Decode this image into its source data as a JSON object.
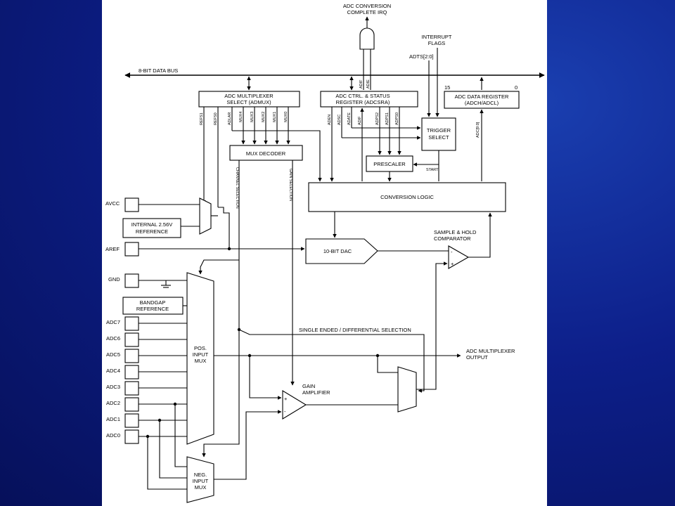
{
  "diagram": {
    "irq": [
      "ADC CONVERSION",
      "COMPLETE IRQ"
    ],
    "interrupt_flags": [
      "INTERRUPT",
      "FLAGS"
    ],
    "adts": "ADTS[2:0]",
    "data_bus": "8-BIT DATA BUS",
    "admux": [
      "ADC MULTIPLEXER",
      "SELECT (ADMUX)"
    ],
    "adcsra": [
      "ADC CTRL. & STATUS",
      "REGISTER (ADCSRA)"
    ],
    "bit15": "15",
    "bit0": "0",
    "adc_data": [
      "ADC DATA REGISTER",
      "(ADCH/ADCL)"
    ],
    "admux_bits": [
      "REFS1",
      "REFS0",
      "ADLAR",
      "MUX4",
      "MUX3",
      "MUX2",
      "MUX1",
      "MUX0"
    ],
    "adcsra_bits": [
      "ADEN",
      "ADSC",
      "ADATE",
      "ADIF",
      "ADPS2",
      "ADPS1",
      "ADPS0"
    ],
    "and_inputs": [
      "ADIF",
      "ADIE"
    ],
    "adc_bus": "ADC[9:0]",
    "trigger": [
      "TRIGGER",
      "SELECT"
    ],
    "mux_decoder": "MUX DECODER",
    "prescaler": "PRESCALER",
    "start": "START",
    "conversion_logic": "CONVERSION LOGIC",
    "channel_selection": "CHANNEL SELECTION",
    "gain_selection": "GAIN SELECTION",
    "avcc": "AVCC",
    "internal_ref": [
      "INTERNAL 2.56V",
      "REFERENCE"
    ],
    "aref": "AREF",
    "dac": "10-BIT DAC",
    "sample_hold": [
      "SAMPLE & HOLD",
      "COMPARATOR"
    ],
    "gnd": "GND",
    "bandgap": [
      "BANDGAP",
      "REFERENCE"
    ],
    "channels": [
      "ADC7",
      "ADC6",
      "ADC5",
      "ADC4",
      "ADC3",
      "ADC2",
      "ADC1",
      "ADC0"
    ],
    "single_ended": "SINGLE ENDED / DIFFERENTIAL SELECTION",
    "pos_mux": [
      "POS.",
      "INPUT",
      "MUX"
    ],
    "neg_mux": [
      "NEG.",
      "INPUT",
      "MUX"
    ],
    "gain_amp": [
      "GAIN",
      "AMPLIFIER"
    ],
    "mux_output": [
      "ADC MULTIPLEXER",
      "OUTPUT"
    ],
    "minus": "-",
    "plus": "+"
  }
}
